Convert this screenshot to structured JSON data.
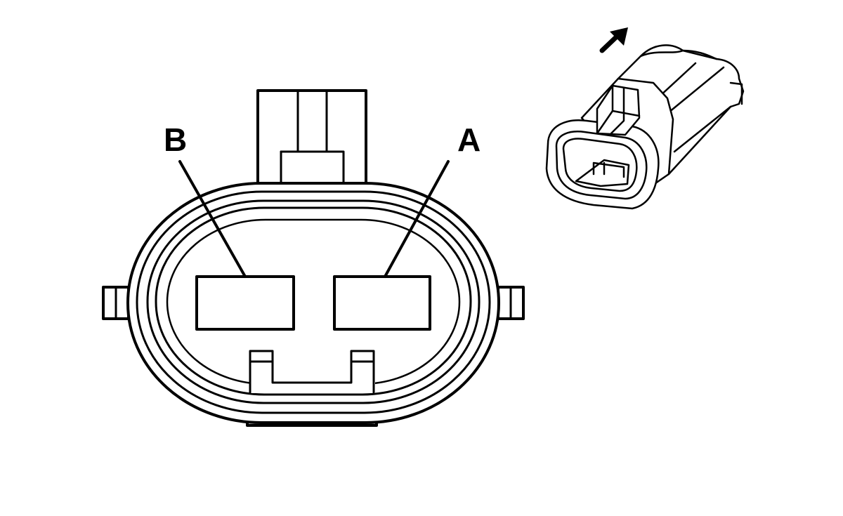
{
  "pins": [
    {
      "id": "B",
      "label": "B"
    },
    {
      "id": "A",
      "label": "A"
    }
  ],
  "icons": {
    "orientation_arrow": "arrow-up-right-icon",
    "connector_view": "connector-isometric-icon"
  },
  "colors": {
    "line": "#000000",
    "background": "#ffffff"
  }
}
